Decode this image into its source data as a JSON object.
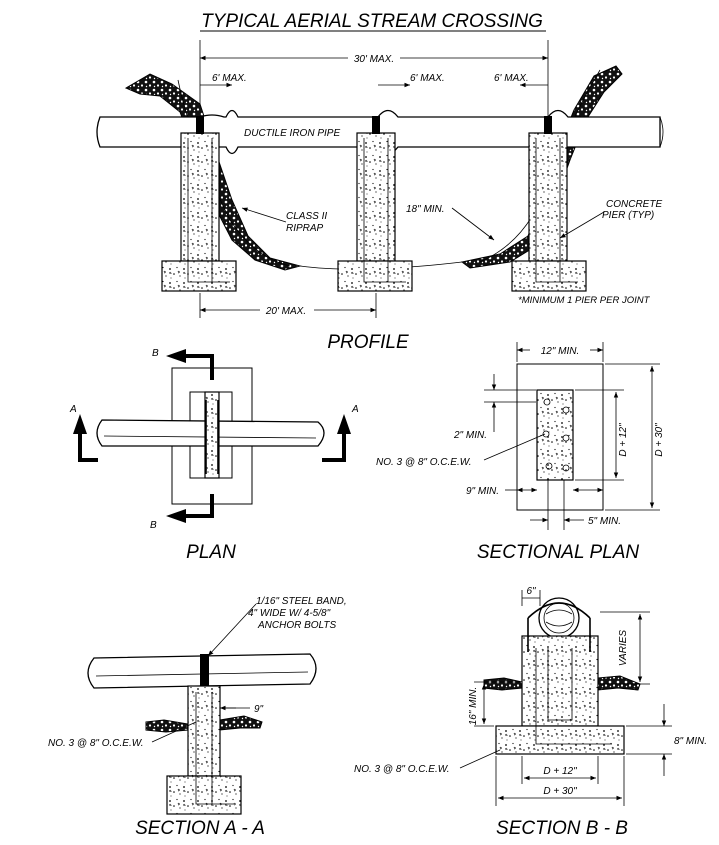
{
  "title": "TYPICAL AERIAL STREAM CROSSING",
  "views": {
    "profile": "PROFILE",
    "plan": "PLAN",
    "sectional_plan": "SECTIONAL PLAN",
    "section_aa": "SECTION A - A",
    "section_bb": "SECTION B - B"
  },
  "profile": {
    "span_max": "30' MAX.",
    "offset_left": "6' MAX.",
    "offset_mid": "6' MAX.",
    "offset_right": "6' MAX.",
    "pipe_label": "DUCTILE IRON PIPE",
    "riprap_label_1": "CLASS II",
    "riprap_label_2": "RIPRAP",
    "min_depth": "18\" MIN.",
    "pier_label_1": "CONCRETE",
    "pier_label_2": "PIER (TYP)",
    "footing_max": "20' MAX.",
    "pier_note": "*MINIMUM 1 PIER PER JOINT"
  },
  "plan": {
    "cut_a": "A",
    "cut_b": "B"
  },
  "sectional_plan": {
    "width_min": "12\" MIN.",
    "cover_min": "2\" MIN.",
    "rebar": "NO. 3 @ 8\" O.C.E.W.",
    "inner_length": "D + 12\"",
    "outer_length": "D + 30\"",
    "edge_min": "9\" MIN.",
    "gap_min": "5\" MIN."
  },
  "section_aa": {
    "band_1": "1/16\" STEEL BAND,",
    "band_2": "4\" WIDE W/ 4-5/8\"",
    "band_3": "ANCHOR BOLTS",
    "width": "9\"",
    "rebar": "NO. 3 @ 8\" O.C.E.W."
  },
  "section_bb": {
    "clearance": "6\"",
    "varies": "VARIES",
    "embed_min": "16\" MIN.",
    "footing_min": "8\" MIN.",
    "rebar": "NO. 3 @ 8\" O.C.E.W.",
    "inner_width": "D + 12\"",
    "outer_width": "D + 30\""
  }
}
